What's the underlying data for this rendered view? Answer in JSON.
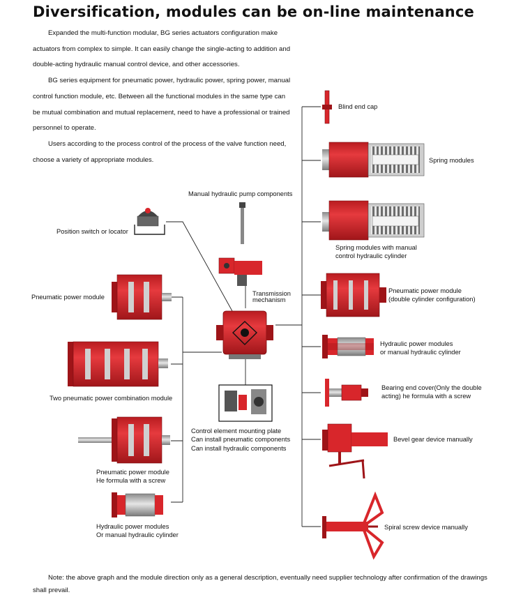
{
  "title": "Diversification, modules can be on-line maintenance",
  "intro": {
    "p1": "Expanded the multi-function modular, BG series actuators configuration make actuators from complex to simple. It can easily change the single-acting to addition and double-acting hydraulic manual control device, and other accessories.",
    "p2": "BG series equipment for pneumatic power, hydraulic power, spring power, manual control function module, etc. Between all the functional modules in the same type can be mutual combination and mutual replacement, need to have a professional or trained personnel to operate.",
    "p3": "Users according to the process control of the process of the valve function need, choose a variety of appropriate modules."
  },
  "labels": {
    "blind_end_cap": "Blind end cap",
    "spring_modules": "Spring modules",
    "spring_manual_1": "Spring modules with manual",
    "spring_manual_2": "control hydraulic cylinder",
    "pneumatic_double_1": "Pneumatic power module",
    "pneumatic_double_2": "(double cylinder configuration)",
    "hydraulic_right_1": "Hydraulic power modules",
    "hydraulic_right_2": "or manual hydraulic cylinder",
    "bearing_1": "Bearing end cover(Only the double",
    "bearing_2": "acting) he formula with a screw",
    "bevel": "Bevel gear device manually",
    "spiral": "Spiral screw device manually",
    "pump": "Manual hydraulic pump components",
    "position_switch": "Position switch or locator",
    "transmission_1": "Transmission",
    "transmission_2": "mechanism",
    "control_1": "Control element mounting plate",
    "control_2": "Can install pneumatic components",
    "control_3": "Can install hydraulic components",
    "pneumatic_left": "Pneumatic power module",
    "two_pneumatic": "Two pneumatic power combination module",
    "pneumatic_screw_1": "Pneumatic power module",
    "pneumatic_screw_2": "He formula with a screw",
    "hydraulic_left_1": "Hydraulic power modules",
    "hydraulic_left_2": "Or manual hydraulic cylinder"
  },
  "note": "Note: the above graph and the module direction only as a general description, eventually need supplier technology after confirmation of the drawings shall prevail.",
  "colors": {
    "module_red": "#d8262b",
    "dark_red": "#9e1418",
    "steel": "#c9c9c9",
    "line": "#222222"
  }
}
